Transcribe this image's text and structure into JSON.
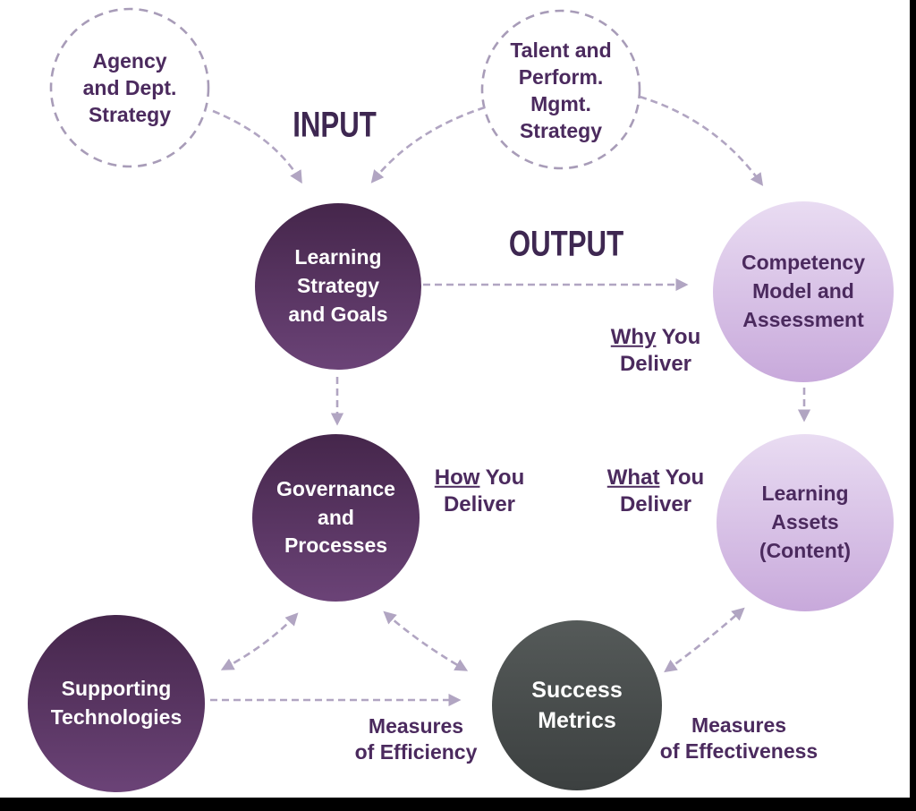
{
  "colors": {
    "dark_purple_top": "#45264b",
    "dark_purple_bottom": "#6b4377",
    "light_purple_top": "#e9dcf2",
    "light_purple_bottom": "#c8a9db",
    "gray_top": "#555a59",
    "gray_bottom": "#3c4040",
    "node_text_light": "#ffffff",
    "text_purple": "#4b2a5e",
    "heading_purple": "#3e2751",
    "arrow": "#b1a5c2",
    "dashed_circle_border": "#a89cb8",
    "frame_black": "#000000"
  },
  "headings": {
    "input": "INPUT",
    "output": "OUTPUT"
  },
  "nodes": {
    "agency": {
      "text": "Agency\nand Dept.\nStrategy"
    },
    "talent": {
      "text": "Talent and\nPerform.\nMgmt.\nStrategy"
    },
    "learning_strategy": {
      "text": "Learning\nStrategy\nand Goals"
    },
    "competency": {
      "text": "Competency\nModel and\nAssessment"
    },
    "governance": {
      "text": "Governance\nand\nProcesses"
    },
    "learning_assets": {
      "text": "Learning\nAssets\n(Content)"
    },
    "supporting_tech": {
      "text": "Supporting\nTechnologies"
    },
    "success_metrics": {
      "text": "Success\nMetrics"
    }
  },
  "labels": {
    "why": {
      "word": "Why",
      "rest": " You",
      "line2": "Deliver"
    },
    "how": {
      "word": "How",
      "rest": " You",
      "line2": "Deliver"
    },
    "what": {
      "word": "What",
      "rest": " You",
      "line2": "Deliver"
    },
    "measures_efficiency": {
      "line1": "Measures",
      "line2": "of Efficiency"
    },
    "measures_effectiveness": {
      "line1": "Measures",
      "line2": "of Effectiveness"
    }
  }
}
